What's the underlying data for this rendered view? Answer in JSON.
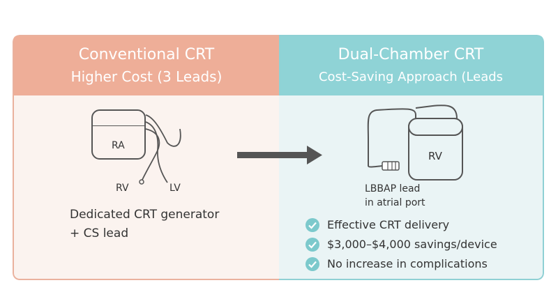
{
  "left": {
    "title": "Conventional CRT",
    "subtitle": "Higher Cost (3 Leads)",
    "device_label": "RA",
    "lead_rv": "RV",
    "lead_lv": "LV",
    "desc_line1": "Dedicated CRT generator",
    "desc_line2": "+ CS lead"
  },
  "right": {
    "title": "Dual-Chamber CRT",
    "subtitle": "Cost-Saving Approach (Leads",
    "device_label": "RV",
    "lead_label_line1": "LBBAP lead",
    "lead_label_line2": "in atrial port",
    "benefits": [
      "Effective CRT delivery",
      "$3,000–$4,000 savings/device",
      "No increase in complications"
    ]
  },
  "colors": {
    "left_header": "#eeae98",
    "right_header": "#8fd3d6",
    "check": "#7cc9cc",
    "arrow": "#555555"
  },
  "icons": [
    "arrow-right-icon",
    "check-icon",
    "device-icon"
  ]
}
